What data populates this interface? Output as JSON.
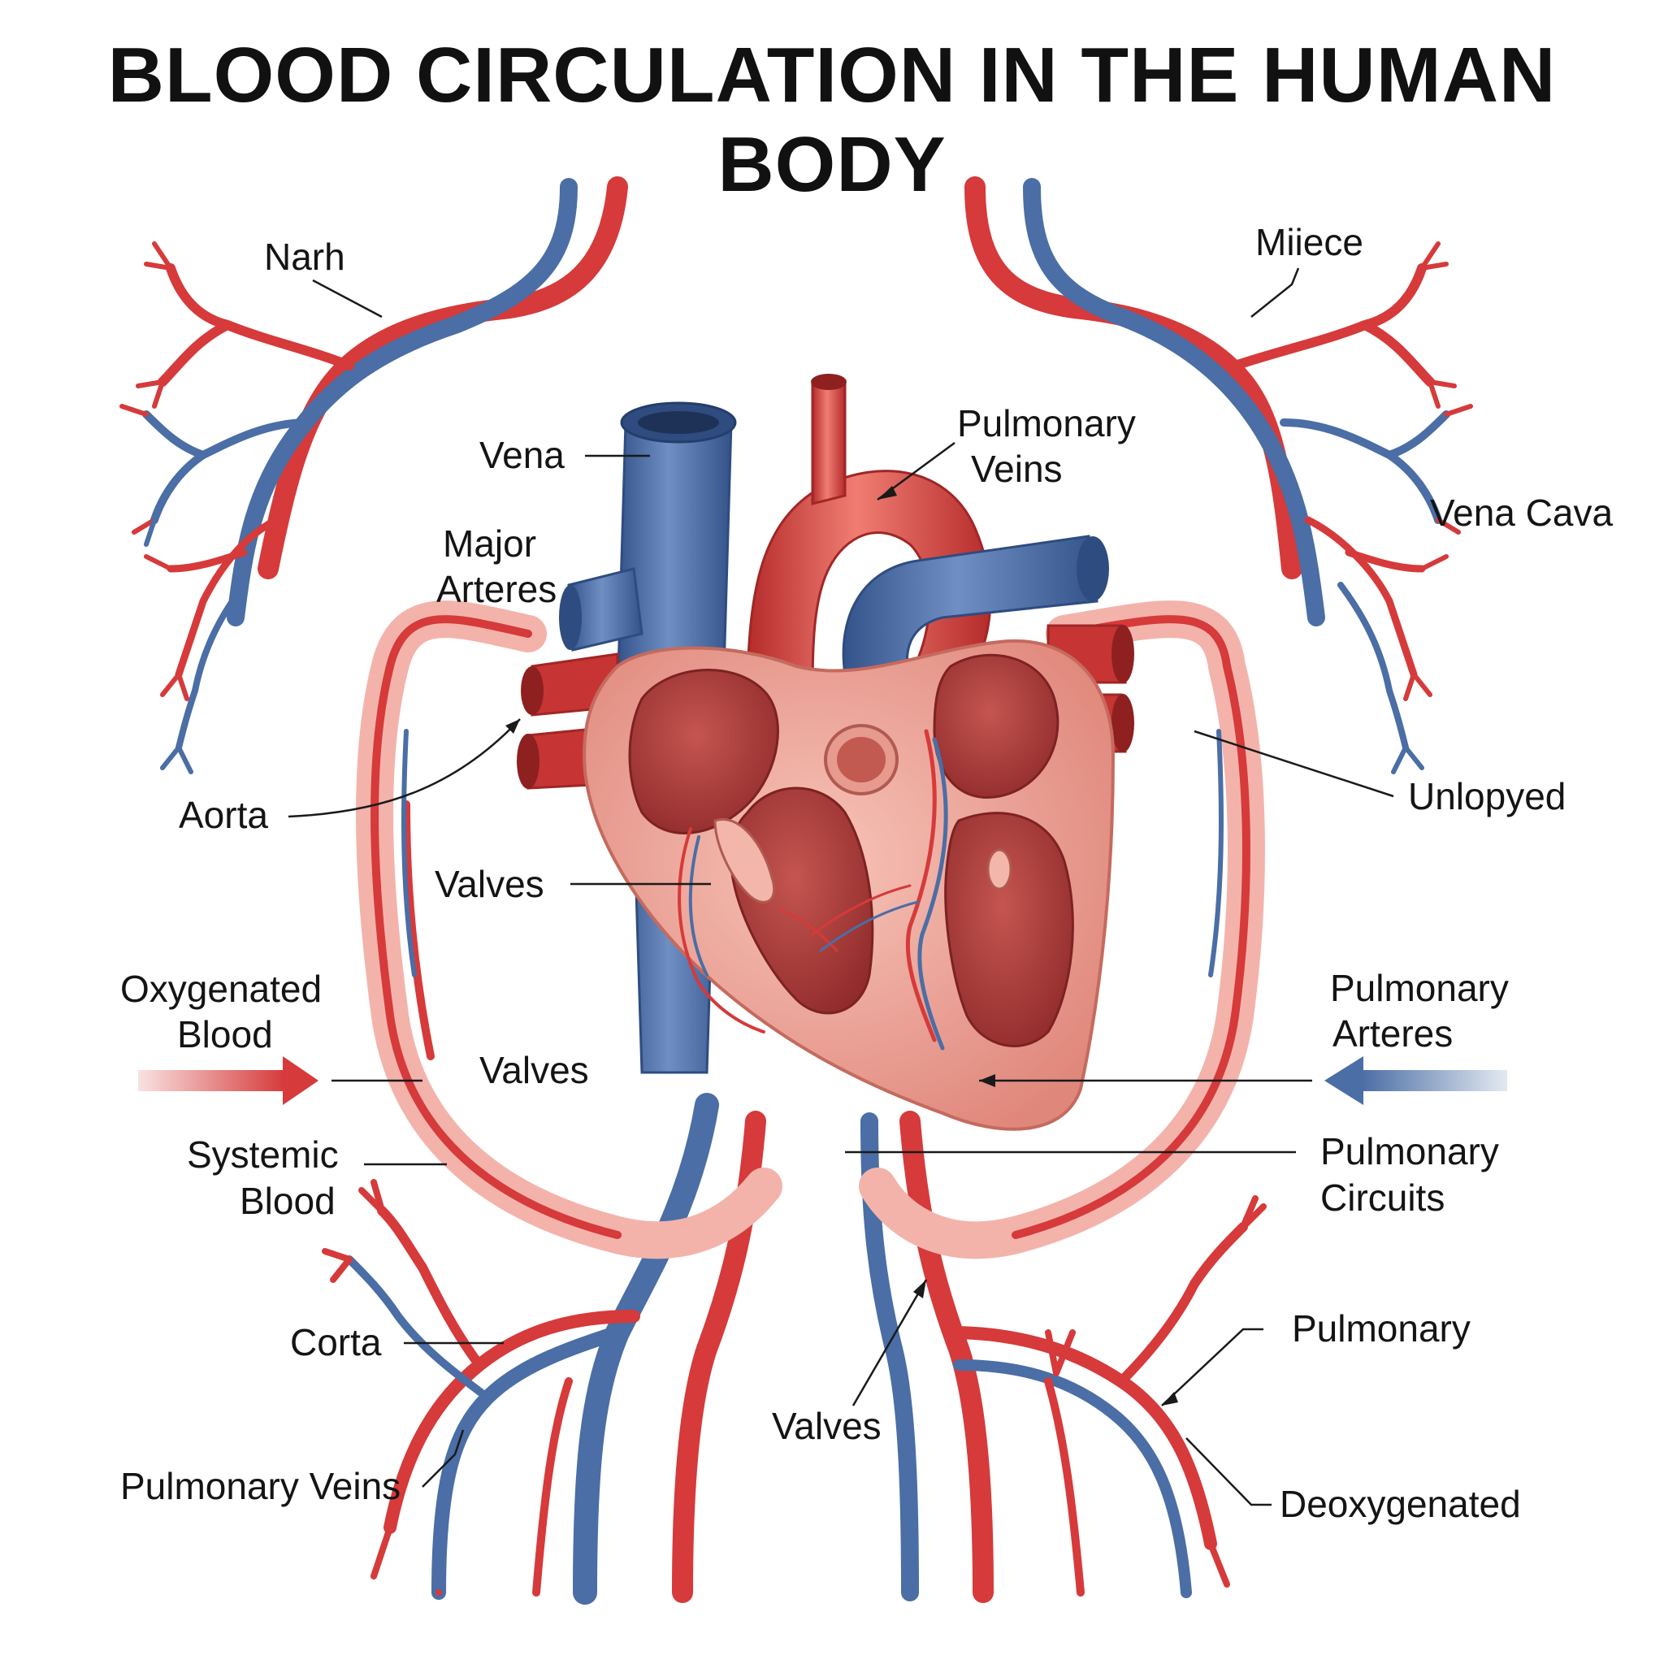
{
  "title": "BLOOD CIRCULATION IN THE HUMAN BODY",
  "colors": {
    "oxygenated": "#d63a3a",
    "deoxygenated": "#4a6ea5",
    "heart_muscle": "#f2a99d",
    "chamber": "#b8433f"
  },
  "labels": {
    "narh": "Narh",
    "miiece": "Miiece",
    "vena": "Vena",
    "pulmonary_veins_top_1": "Pulmonary",
    "pulmonary_veins_top_2": "Veins",
    "major_arteres_1": "Major",
    "major_arteres_2": "Arteres",
    "vena_cava": "Vena Cava",
    "aorta": "Aorta",
    "unlopyed": "Unlopyed",
    "valves_upper": "Valves",
    "oxygenated_blood_1": "Oxygenated",
    "oxygenated_blood_2": "Blood",
    "pulmonary_arteres_1": "Pulmonary",
    "pulmonary_arteres_2": "Arteres",
    "valves_middle": "Valves",
    "systemic_blood_1": "Systemic",
    "systemic_blood_2": "Blood",
    "pulmonary_circuits_1": "Pulmonary",
    "pulmonary_circuits_2": "Circuits",
    "corta": "Corta",
    "pulmonary": "Pulmonary",
    "valves_lower": "Valves",
    "pulmonary_veins_bottom": "Pulmonary Veins",
    "deoxygenated": "Deoxygenated"
  }
}
